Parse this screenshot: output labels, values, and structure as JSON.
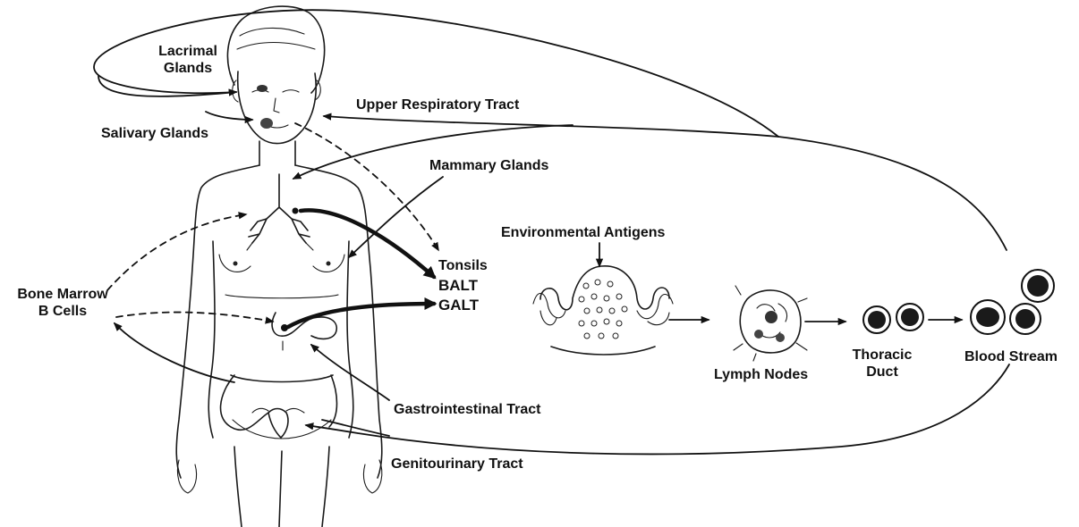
{
  "labels": {
    "lacrimal": "Lacrimal\nGlands",
    "salivary": "Salivary Glands",
    "upper_resp": "Upper Respiratory Tract",
    "mammary": "Mammary Glands",
    "env_antigens": "Environmental Antigens",
    "tonsils": "Tonsils",
    "balt": "BALT",
    "galt": "GALT",
    "bone_marrow": "Bone Marrow\nB Cells",
    "lymph_nodes": "Lymph Nodes",
    "thoracic_duct": "Thoracic\nDuct",
    "blood_stream": "Blood Stream",
    "gi_tract": "Gastrointestinal Tract",
    "gu_tract": "Genitourinary Tract"
  }
}
